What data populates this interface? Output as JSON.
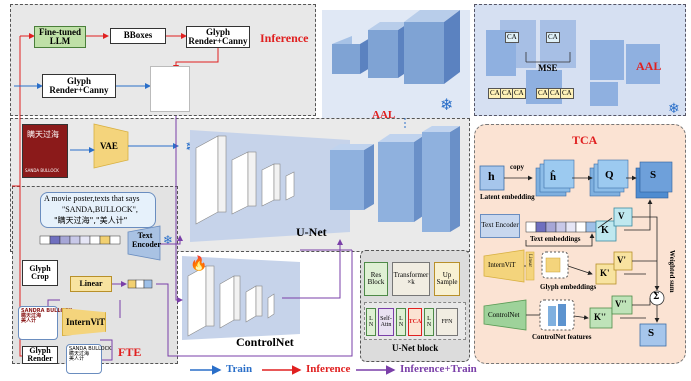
{
  "inference_panel": {
    "llm": "Fine-tuned LLM",
    "bboxes": "BBoxes",
    "glyph_render_canny_top": "Glyph Render+Canny",
    "title": "Inference",
    "glyph_render_canny_left": "Glyph Render+Canny"
  },
  "aal_panel": {
    "title": "AAL",
    "mse": "MSE",
    "ca": "CA",
    "aal_label": "AAL"
  },
  "tca_panel": {
    "title": "TCA",
    "latent_embedding": "Latent embedding",
    "copy": "copy",
    "h": "h",
    "h_hat": "ĥ",
    "text_encoder": "Text Encoder",
    "text_embeddings": "Text embeddings",
    "internvit": "InternViT",
    "linear": "Linear",
    "glyph_embeddings": "Glyph embeddings",
    "controlnet": "ControlNet",
    "controlnet_features": "ControlNet features",
    "q": "Q",
    "k": "K",
    "v": "V",
    "k1": "K'",
    "v1": "V'",
    "k2": "K''",
    "v2": "V''",
    "s": "S",
    "sigma": "Σ",
    "weighted_sum": "Weighted sum",
    "s_out": "S"
  },
  "main": {
    "vae": "VAE",
    "unet": "U-Net",
    "controlnet": "ControlNet",
    "poster_title": "瞒天过海",
    "poster_text": "SANDA BULLOCK"
  },
  "fte_panel": {
    "title": "FTE",
    "prompt_line1": "A movie poster,texts that says",
    "prompt_line2": "\"SANDA,BULLOCK\",",
    "prompt_line3": "\"瞒天过海\",\"美人计\"",
    "text_encoder": "Text Encoder",
    "linear": "Linear",
    "glyph_crop": "Glyph Crop",
    "internvit": "InternViT",
    "glyph_render": "Glyph Render",
    "crop_image_text": "SANDRA BULLOCK\n瞒天过海\n美人计",
    "render_image_text": "SANDA BULLOCK\n瞒天过海\n美人计"
  },
  "unet_block": {
    "title": "U-Net block",
    "res_block": "Res Block",
    "transformer": "Transformer ×k",
    "up_sample": "Up Sample",
    "ln": "L N",
    "self_attn": "Self-Attn",
    "tca": "TCA",
    "ffn": "FFN"
  },
  "legend": {
    "train": "Train",
    "inference": "Inference",
    "inference_train": "Inference+Train",
    "train_color": "#2a6fc9",
    "inference_color": "#e02020",
    "inference_train_color": "#7a3fa8"
  }
}
